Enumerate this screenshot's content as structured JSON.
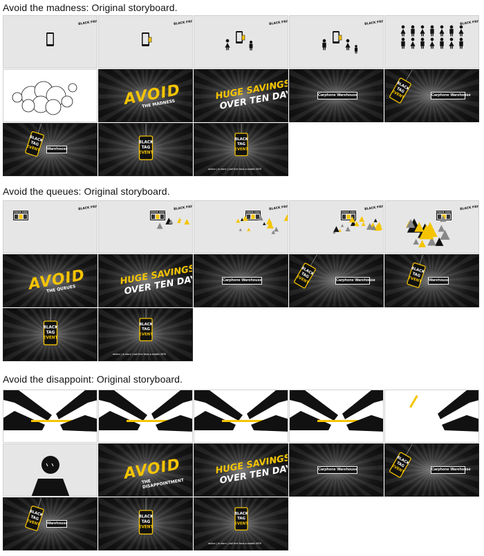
{
  "sections": [
    {
      "title": "Avoid the madness: Original storyboard.",
      "rows": [
        [
          "light",
          "light",
          "light",
          "light",
          "light"
        ],
        [
          "cloud",
          "dark",
          "dark",
          "dark",
          "dark"
        ],
        [
          "dark",
          "dark",
          "dark"
        ]
      ]
    },
    {
      "title": "Avoid the queues: Original storyboard.",
      "rows": [
        [
          "light",
          "light",
          "light",
          "light",
          "light"
        ],
        [
          "dark",
          "dark",
          "dark",
          "dark",
          "dark"
        ],
        [
          "dark",
          "dark"
        ]
      ]
    },
    {
      "title": "Avoid the disappoint: Original storyboard.",
      "rows": [
        [
          "light",
          "light",
          "light",
          "light",
          "light"
        ],
        [
          "light",
          "dark",
          "dark",
          "dark",
          "dark"
        ],
        [
          "dark",
          "dark",
          "dark"
        ]
      ]
    }
  ],
  "frame_text": {
    "avoid": "AVOID",
    "avoid_sub_madness": "THE MADNESS",
    "avoid_sub_queues": "THE QUEUES",
    "avoid_sub_disappoint": "THE DISAPPOINTMENT",
    "savings_line1": "HUGE SAVINGS",
    "savings_line2": "OVER TEN DAYS",
    "brand": "Carphone Warehouse",
    "brand_short": "Warehouse",
    "tag_line1": "BLACK",
    "tag_line2": "TAG",
    "tag_line3": "EVENT",
    "footer": "online | in store | call free from a mobile 0870",
    "badge": "BLACK FRIDAY",
    "shop_sign": "PHONE SHOP"
  },
  "colors": {
    "accent_yellow": "#f5c400",
    "dark_bg": "#111111",
    "light_bg": "#e6e6e6",
    "grey_triangle": "#888888"
  }
}
